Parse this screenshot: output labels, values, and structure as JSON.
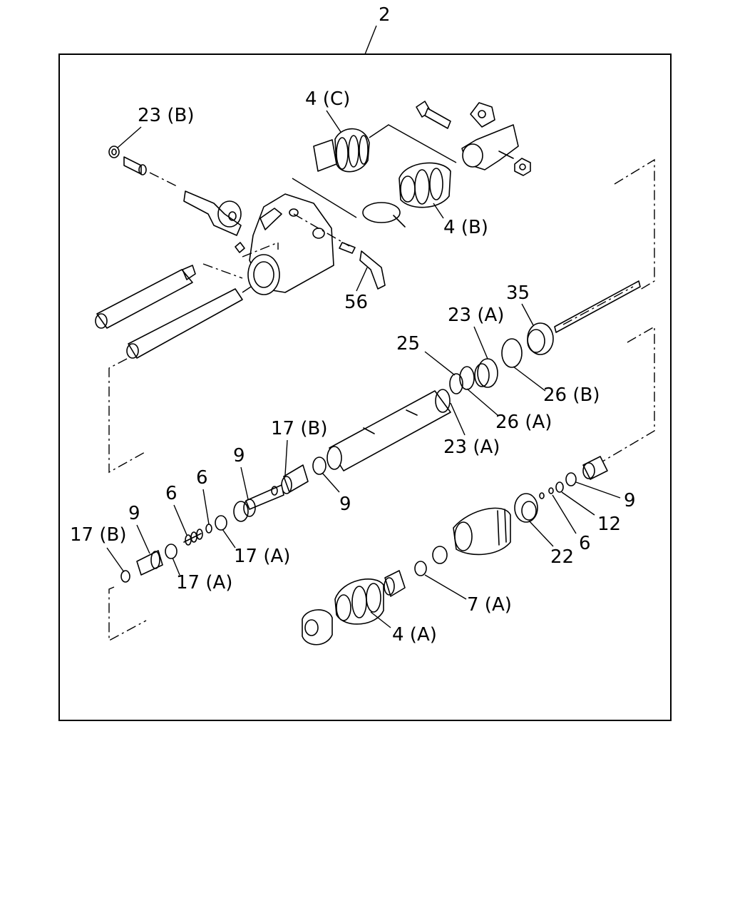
{
  "diagram": {
    "assembly_number": "2",
    "labels": {
      "l_23b_top": "23 (B)",
      "l_4c": "4 (C)",
      "l_4b": "4 (B)",
      "l_56": "56",
      "l_35": "35",
      "l_23a_upper": "23 (A)",
      "l_25": "25",
      "l_26b": "26 (B)",
      "l_26a": "26 (A)",
      "l_23a_lower": "23 (A)",
      "l_17b_mid": "17 (B)",
      "l_9_mid": "9",
      "l_9_center": "9",
      "l_9_left": "9",
      "l_6_mid": "6",
      "l_6_left": "6",
      "l_17b_left": "17 (B)",
      "l_17a_mid": "17 (A)",
      "l_17a_left": "17 (A)",
      "l_9_right": "9",
      "l_12": "12",
      "l_6_right": "6",
      "l_22": "22",
      "l_7a": "7 (A)",
      "l_4a": "4 (A)"
    }
  }
}
